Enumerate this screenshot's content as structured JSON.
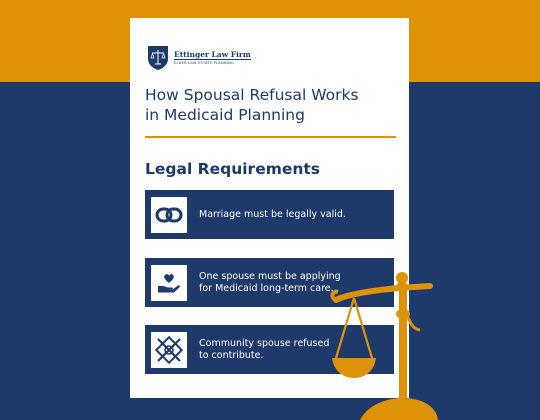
{
  "colors": {
    "navy": "#1d3a6b",
    "gold": "#de9207",
    "white": "#ffffff"
  },
  "logo": {
    "icon": "scales-shield-icon",
    "name": "Ettinger Law Firm",
    "tagline": "ELDER LAW ESTATE PLANNING"
  },
  "title": {
    "line1": "How Spousal Refusal Works",
    "line2": "in Medicaid Planning"
  },
  "section_heading": "Legal Requirements",
  "requirements": [
    {
      "icon": "linked-rings-icon",
      "line1": "Marriage must be legally valid.",
      "line2": ""
    },
    {
      "icon": "heart-in-hand-icon",
      "line1": "One spouse must be applying",
      "line2": "for Medicaid long-term care."
    },
    {
      "icon": "no-money-icon",
      "line1": "Community spouse refused",
      "line2": "to contribute."
    }
  ],
  "decoration": {
    "icon": "scales-of-justice-icon"
  }
}
